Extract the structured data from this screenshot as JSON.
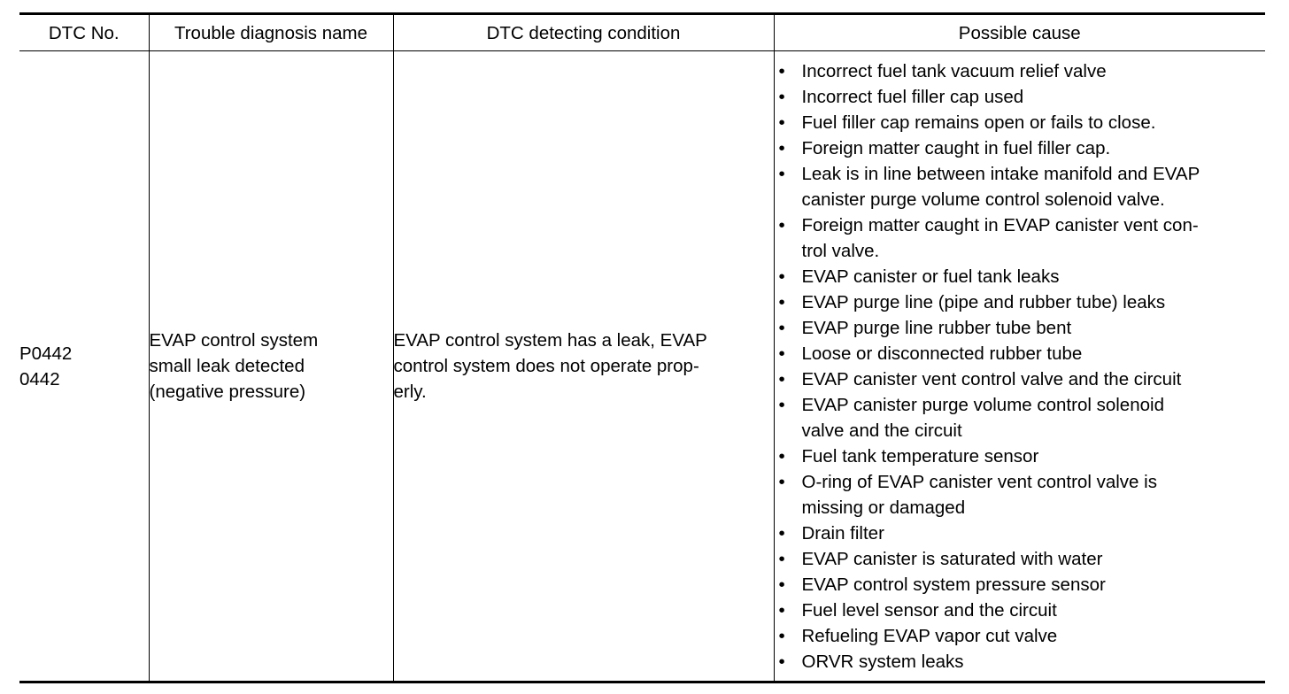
{
  "headers": {
    "dtc_no": "DTC No.",
    "trouble_name": "Trouble diagnosis name",
    "detecting_condition": "DTC detecting condition",
    "possible_cause": "Possible cause"
  },
  "row": {
    "dtc_codes": [
      "P0442",
      "0442"
    ],
    "trouble_name_lines": [
      "EVAP control system",
      "small leak detected",
      "(negative pressure)"
    ],
    "condition_lines": [
      "EVAP control system has a leak, EVAP",
      "control system does not operate prop-",
      "erly."
    ],
    "causes": [
      [
        "Incorrect fuel tank vacuum relief valve"
      ],
      [
        "Incorrect fuel filler cap used"
      ],
      [
        "Fuel filler cap remains open or fails to close."
      ],
      [
        "Foreign matter caught in fuel filler cap."
      ],
      [
        "Leak is in line between intake manifold and EVAP",
        "canister purge volume control solenoid valve."
      ],
      [
        "Foreign matter caught in EVAP canister vent con-",
        "trol valve."
      ],
      [
        "EVAP canister or fuel tank leaks"
      ],
      [
        "EVAP purge line (pipe and rubber tube) leaks"
      ],
      [
        "EVAP purge line rubber tube bent"
      ],
      [
        "Loose or disconnected rubber tube"
      ],
      [
        "EVAP canister vent control valve and the circuit"
      ],
      [
        "EVAP canister purge volume control solenoid",
        "valve and the circuit"
      ],
      [
        "Fuel tank temperature sensor"
      ],
      [
        "O-ring of EVAP canister vent control valve is",
        "missing or damaged"
      ],
      [
        "Drain filter"
      ],
      [
        "EVAP canister is saturated with water"
      ],
      [
        "EVAP control system pressure sensor"
      ],
      [
        "Fuel level sensor and the circuit"
      ],
      [
        "Refueling EVAP vapor cut valve"
      ],
      [
        "ORVR system leaks"
      ]
    ],
    "bullet_glyph": "•"
  }
}
